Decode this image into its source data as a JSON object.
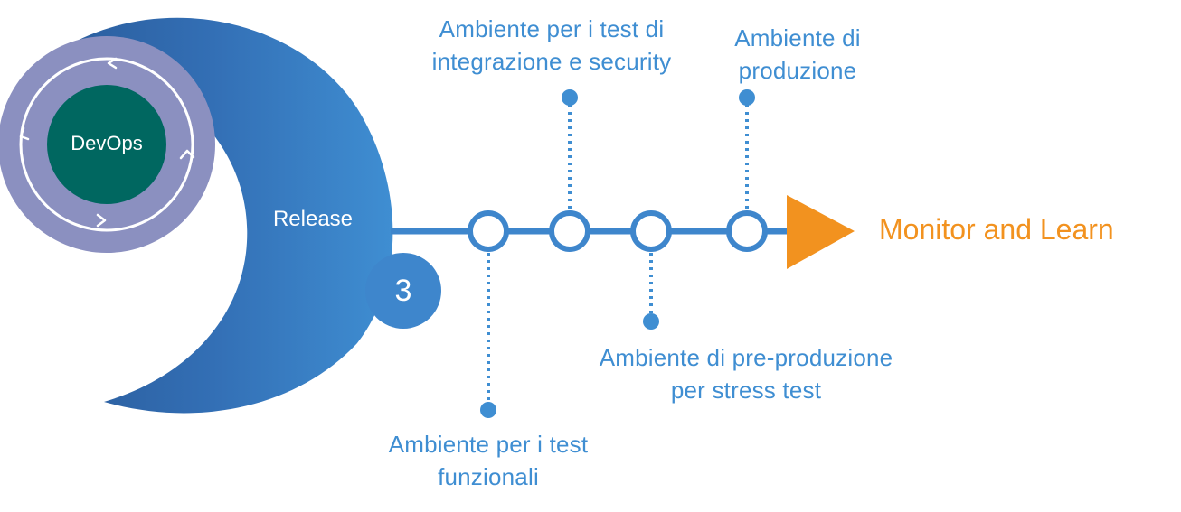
{
  "hub": {
    "label": "DevOps"
  },
  "stage": {
    "label": "Release",
    "number": "3"
  },
  "milestones": [
    {
      "label": "Ambiente per i test funzionali"
    },
    {
      "label": "Ambiente per i test di integrazione e security"
    },
    {
      "label": "Ambiente di pre-produzione per stress test"
    },
    {
      "label": "Ambiente di produzione"
    }
  ],
  "end": {
    "label": "Monitor and Learn"
  },
  "colors": {
    "crescent_dark": "#2e64a6",
    "crescent_light": "#3f8ed2",
    "ring": "#8b90c0",
    "hub": "#006760",
    "timeline": "#3e86cc",
    "dots": "#3f8ed2",
    "arrow": "#f2921f",
    "text_blue": "#3f8ed2"
  }
}
